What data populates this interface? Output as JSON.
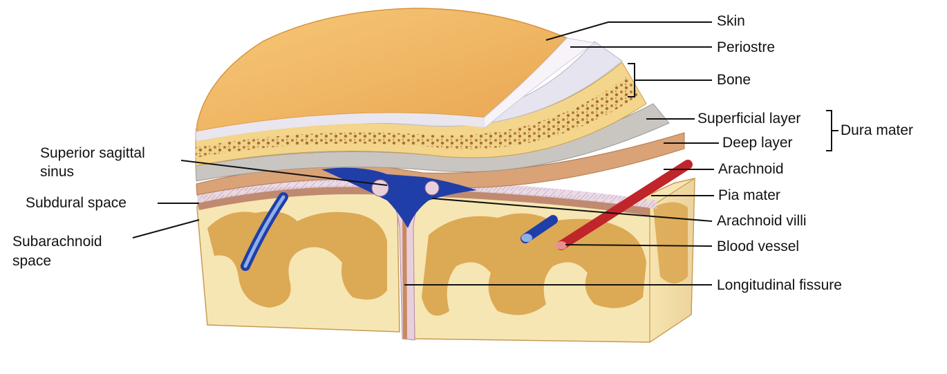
{
  "colors": {
    "skin": "#f0b964",
    "skin_edge": "#d9933f",
    "periosteum": "#e6e4ee",
    "bone_compact": "#f3d58c",
    "bone_spongy": "#b47d3a",
    "dura_superficial": "#c9c6c2",
    "dura_deep": "#d9a277",
    "arachnoid": "#ecdde9",
    "pia": "#c08a70",
    "gray_matter": "#d9a24a",
    "white_matter": "#f6e6b3",
    "sinus_blue": "#1f3ea8",
    "vein_blue": "#3b6fc4",
    "artery_red": "#c0252a",
    "leader_line": "#111111"
  },
  "labels": {
    "skin": "Skin",
    "periostre": "Periostre",
    "bone": "Bone",
    "superficial_layer": "Superficial layer",
    "deep_layer": "Deep layer",
    "dura_mater": "Dura mater",
    "arachnoid": "Arachnoid",
    "pia_mater": "Pia mater",
    "arachnoid_villi": "Arachnoid villi",
    "blood_vessel": "Blood vessel",
    "longitudinal_fissure": "Longitudinal fissure",
    "superior_sagittal_line1": "Superior sagittal",
    "superior_sagittal_line2": "sinus",
    "subdural_space": "Subdural space",
    "subarachnoid_line1": "Subarachnoid",
    "subarachnoid_line2": "space"
  }
}
